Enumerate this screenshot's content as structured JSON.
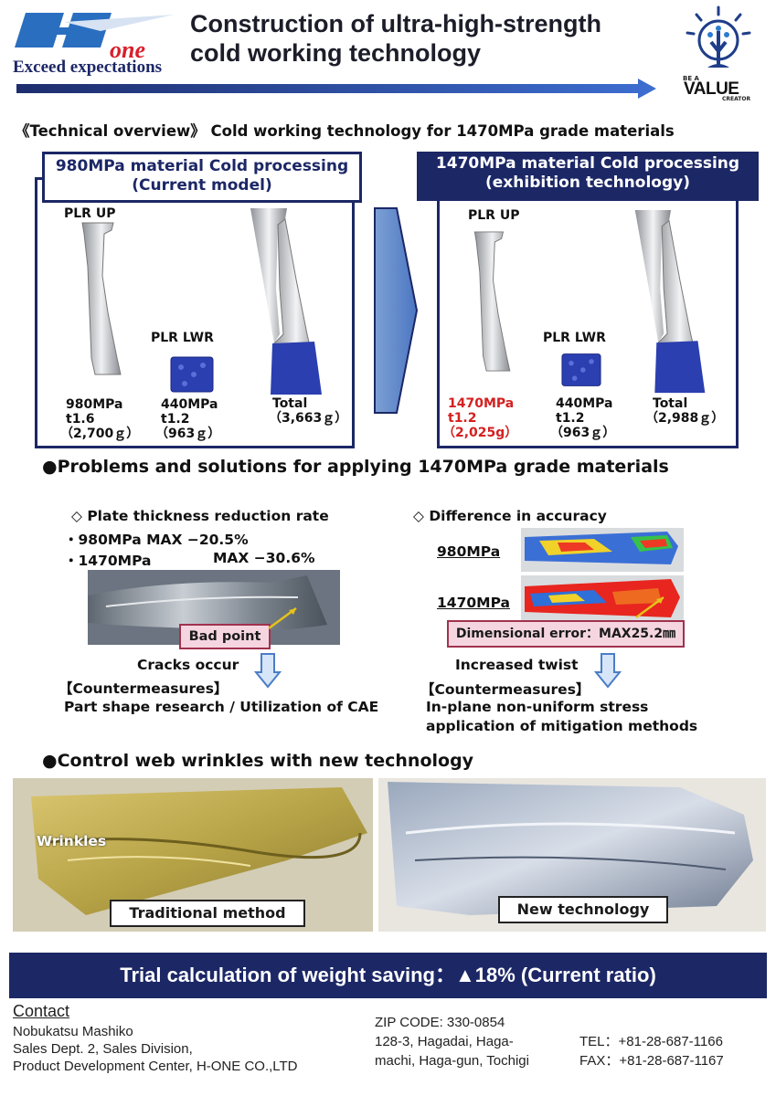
{
  "header": {
    "logo_text": "one",
    "logo_letter": "H",
    "tagline": "Exceed expectations",
    "title_line1": "Construction of ultra-high-strength",
    "title_line2": "cold working technology",
    "badge_small": "BE A",
    "badge_big": "VALUE",
    "badge_sub": "CREATOR"
  },
  "overview": {
    "heading": "《Technical overview》 Cold working technology for 1470MPa grade materials",
    "left": {
      "header_line1": "980MPa material Cold processing",
      "header_line2": "(Current model)",
      "plr_up": "PLR  UP",
      "plr_lwr": "PLR  LWR",
      "up_strength": "980MPa",
      "up_thickness": "t1.6",
      "up_weight": "（2,700ｇ）",
      "lwr_strength": "440MPa",
      "lwr_thickness": "t1.2",
      "lwr_weight": "（963ｇ）",
      "total_label": "Total",
      "total_weight": "（3,663ｇ）"
    },
    "right": {
      "header_line1": "1470MPa material Cold processing",
      "header_line2": "(exhibition technology)",
      "plr_up": "PLR  UP",
      "plr_lwr": "PLR  LWR",
      "up_strength": "1470MPa",
      "up_thickness": "t1.2",
      "up_weight": "（2,025g）",
      "lwr_strength": "440MPa",
      "lwr_thickness": "t1.2",
      "lwr_weight": "（963ｇ）",
      "total_label": "Total",
      "total_weight": "（2,988ｇ）"
    }
  },
  "problems": {
    "heading": "●Problems and solutions for applying 1470MPa grade materials",
    "left": {
      "title": "◇ Plate thickness reduction rate",
      "line1": "・980MPa MAX −20.5%",
      "line2_a": "・1470MPa",
      "line2_b": "MAX −30.6%",
      "callout": "Bad point",
      "result": "Cracks occur",
      "counter_label": "【Countermeasures】",
      "counter_text": "Part shape research / Utilization of CAE"
    },
    "right": {
      "title": "◇ Difference in accuracy",
      "label_980": "980MPa",
      "label_1470": "1470MPa",
      "callout": "Dimensional error：MAX25.2㎜",
      "result": "Increased twist",
      "counter_label": "【Countermeasures】",
      "counter_text1": "In-plane non-uniform stress",
      "counter_text2": "application of mitigation methods"
    }
  },
  "wrinkles": {
    "heading": "●Control web wrinkles with new technology",
    "left_label": "Wrinkles",
    "left_caption": "Traditional method",
    "right_caption": "New technology"
  },
  "footer": {
    "banner": "Trial calculation of weight saving：▲18% (Current ratio)",
    "contact_heading": "Contact",
    "name": "Nobukatsu Mashiko",
    "dept": "Sales Dept. 2, Sales Division,",
    "center": "Product Development Center, H-ONE CO.,LTD",
    "zip": "ZIP CODE: 330-0854",
    "address1": "128-3, Hagadai, Haga-",
    "address2": "machi, Haga-gun, Tochigi",
    "tel": "TEL：+81-28-687-1166",
    "fax": "FAX：+81-28-687-1167"
  },
  "colors": {
    "navy": "#1c2766",
    "red_text": "#d42020",
    "callout_pink": "#f5d6e0"
  }
}
